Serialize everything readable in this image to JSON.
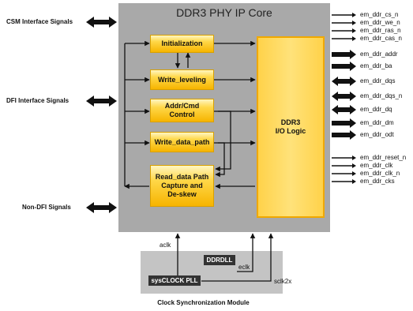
{
  "core": {
    "title": "DDR3 PHY IP Core",
    "io_logic": "DDR3\nI/O Logic"
  },
  "blocks": [
    {
      "id": "initialization",
      "label": "Initialization"
    },
    {
      "id": "write-leveling",
      "label": "Write_leveling"
    },
    {
      "id": "addr-cmd-control",
      "label": "Addr/Cmd\nControl"
    },
    {
      "id": "write-data-path",
      "label": "Write_data_path"
    },
    {
      "id": "read-data-path",
      "label": "Read_data Path\nCapture and\nDe-skew"
    }
  ],
  "interfaces": {
    "csm": "CSM Interface Signals",
    "dfi": "DFI Interface Signals",
    "non_dfi": "Non-DFI Signals"
  },
  "signals": [
    {
      "name": "em_ddr_cs_n",
      "arrow": "out-thin"
    },
    {
      "name": "em_ddr_we_n",
      "arrow": "out-thin"
    },
    {
      "name": "em_ddr_ras_n",
      "arrow": "out-thin"
    },
    {
      "name": "em_ddr_cas_n",
      "arrow": "out-thin"
    },
    {
      "name": "em_ddr_addr",
      "arrow": "out-thick"
    },
    {
      "name": "em_ddr_ba",
      "arrow": "out-thick"
    },
    {
      "name": "em_ddr_dqs",
      "arrow": "bidir-thick"
    },
    {
      "name": "em_ddr_dqs_n",
      "arrow": "bidir-thick"
    },
    {
      "name": "em_ddr_dq",
      "arrow": "bidir-thick"
    },
    {
      "name": "em_ddr_dm",
      "arrow": "out-thick"
    },
    {
      "name": "em_ddr_odt",
      "arrow": "out-thick"
    },
    {
      "name": "em_ddr_reset_n",
      "arrow": "out-thin"
    },
    {
      "name": "em_ddr_clk",
      "arrow": "out-thin"
    },
    {
      "name": "em_ddr_clk_n",
      "arrow": "out-thin"
    },
    {
      "name": "em_ddr_cks",
      "arrow": "out-thin"
    }
  ],
  "clocking": {
    "ddrdll": "DDRDLL",
    "pll": "sysCLOCK PLL",
    "aclk": "aclk",
    "eclk": "eclk",
    "sclk2x": "sclk2x",
    "caption": "Clock Synchronization Module"
  },
  "colors": {
    "core_bg": "#a9a9a9",
    "clock_bg": "#c4c4c4",
    "block_fill": "#ffd84a",
    "block_border": "#d9a000",
    "line": "#111111"
  }
}
